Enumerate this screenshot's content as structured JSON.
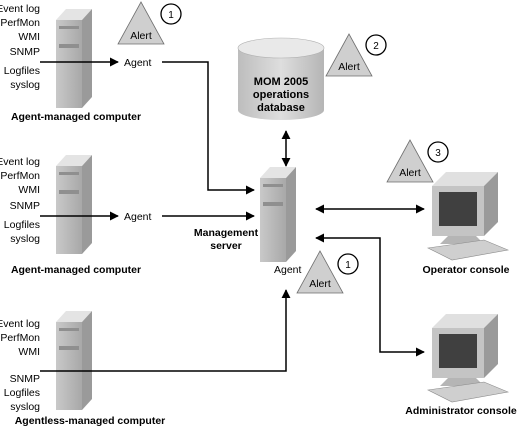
{
  "sources": {
    "agent_top": [
      "Event log",
      "PerfMon",
      "WMI",
      "SNMP",
      "Logfiles",
      "syslog"
    ],
    "agent_middle": [
      "Event log",
      "PerfMon",
      "WMI",
      "SNMP",
      "Logfiles",
      "syslog"
    ],
    "agentless": [
      "Event log",
      "PerfMon",
      "WMI",
      "SNMP",
      "Logfiles",
      "syslog"
    ]
  },
  "captions": {
    "agent_top": "Agent-managed computer",
    "agent_middle": "Agent-managed computer",
    "agentless": "Agentless-managed computer",
    "management_server_line1": "Management",
    "management_server_line2": "server",
    "operator_console": "Operator console",
    "administrator_console": "Administrator console"
  },
  "agents": {
    "top": "Agent",
    "middle": "Agent",
    "server": "Agent"
  },
  "database": {
    "line1": "MOM 2005",
    "line2": "operations",
    "line3": "database"
  },
  "alerts": [
    {
      "label": "Alert",
      "number": "1"
    },
    {
      "label": "Alert",
      "number": "2"
    },
    {
      "label": "Alert",
      "number": "3"
    },
    {
      "label": "Alert",
      "number": "1"
    }
  ]
}
